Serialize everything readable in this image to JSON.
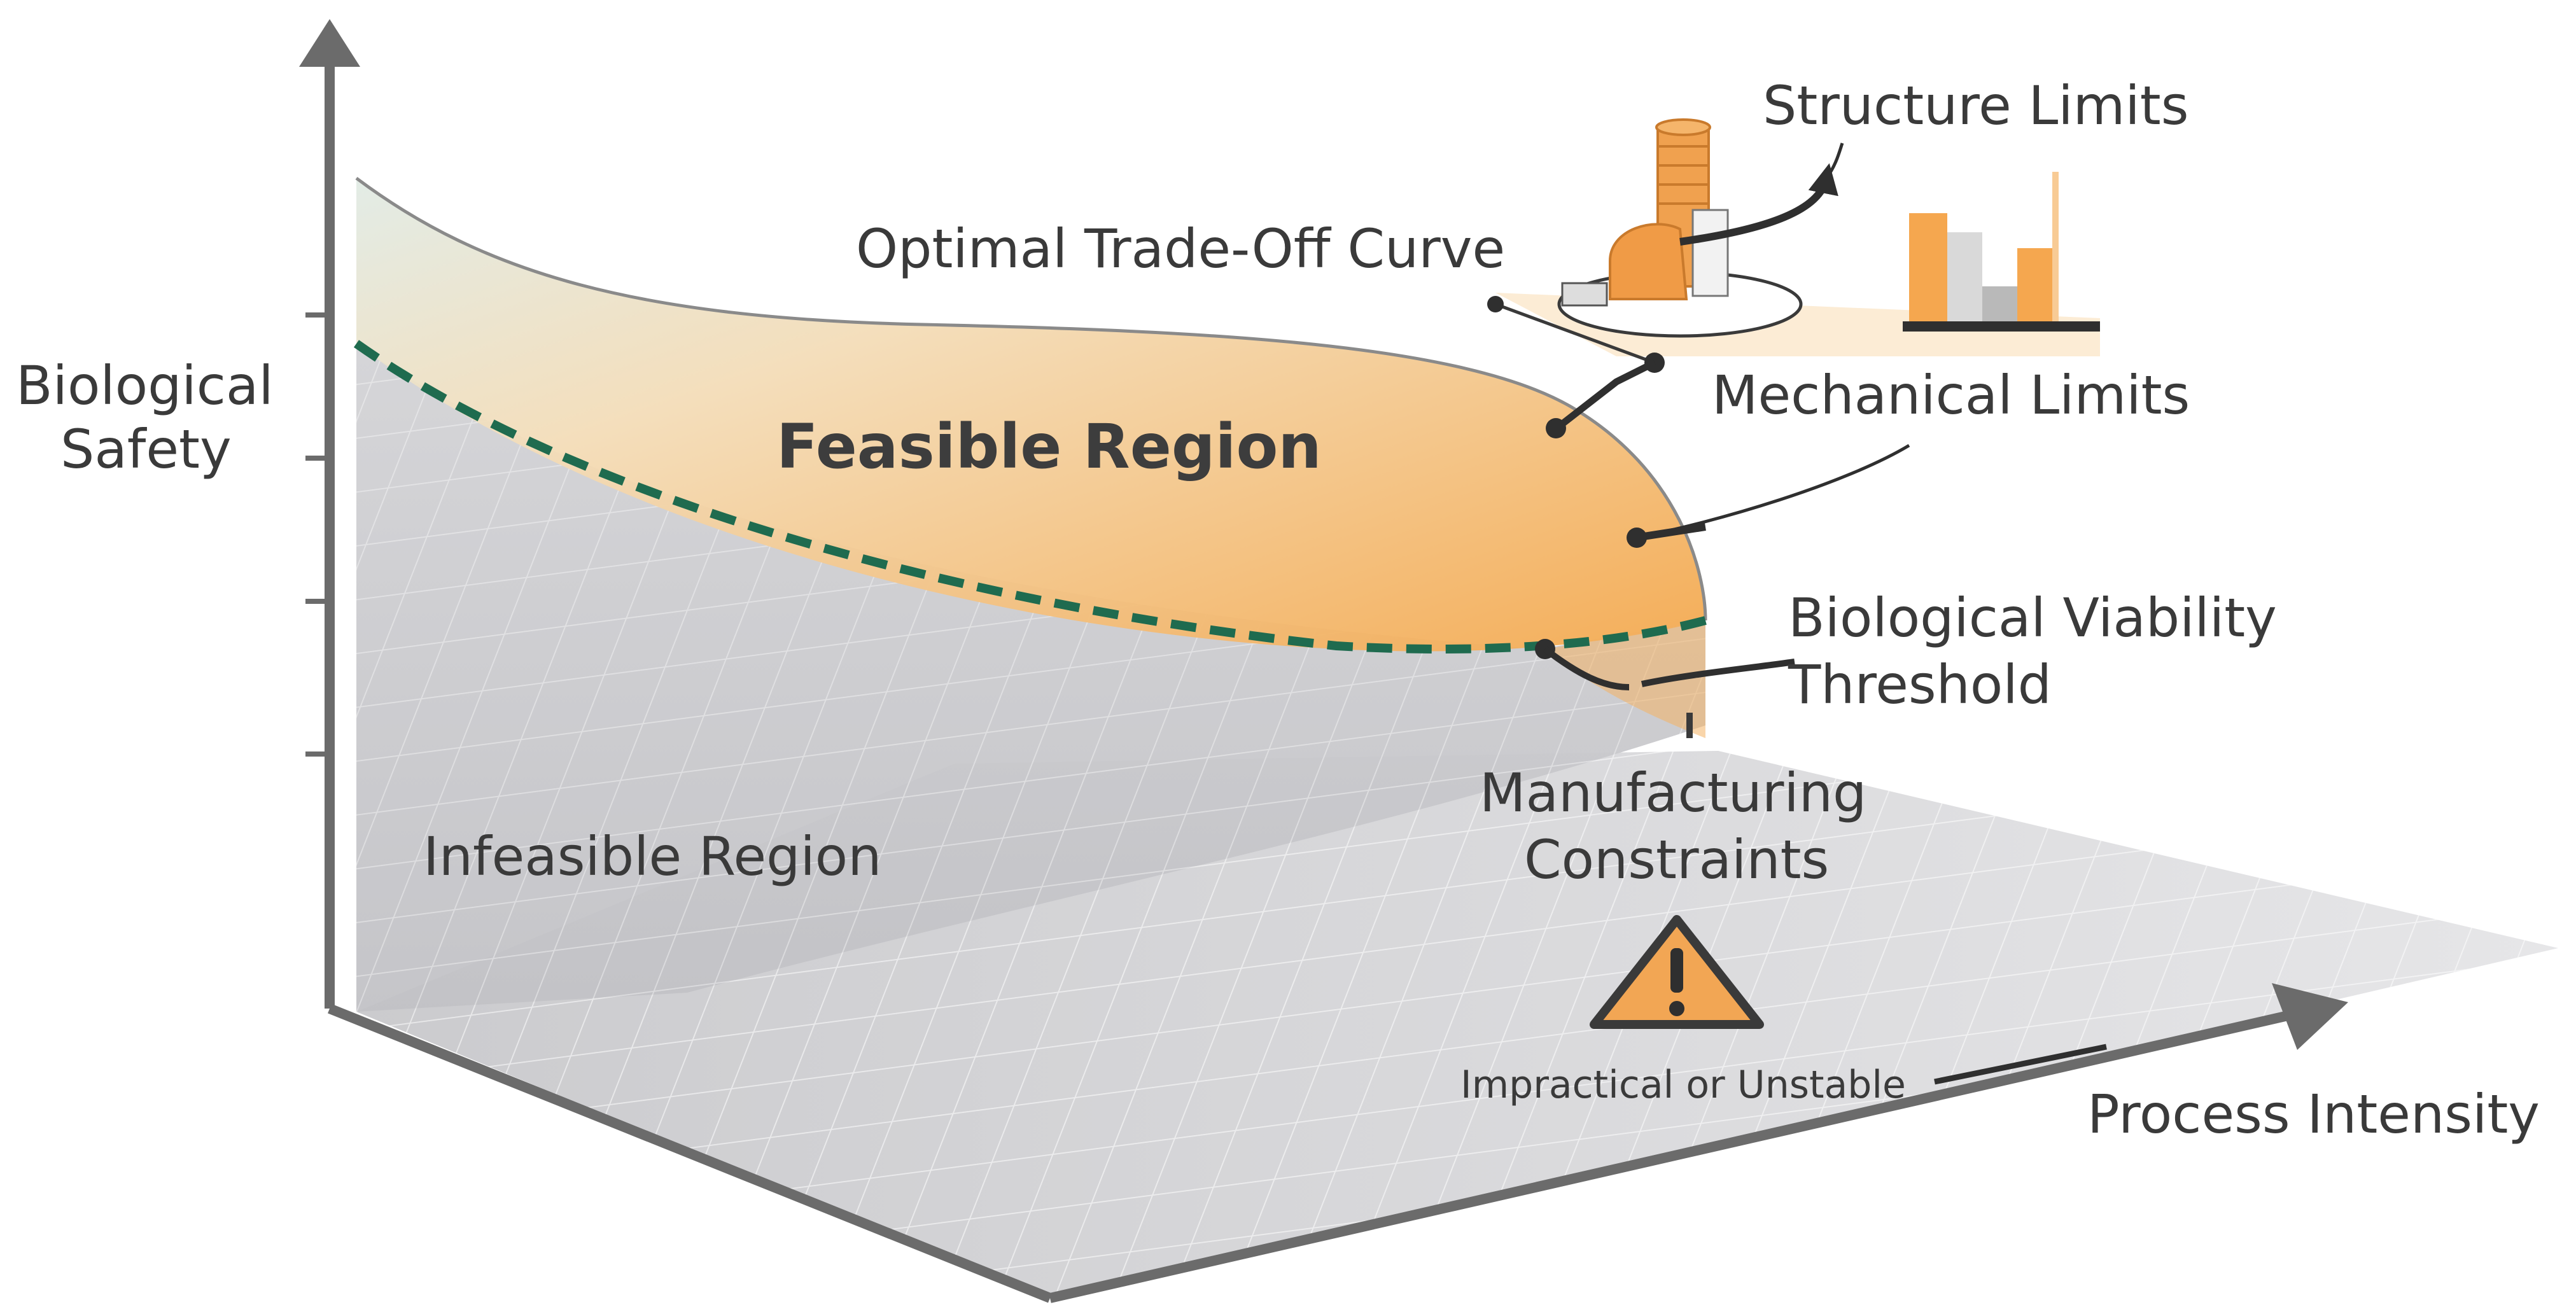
{
  "axes": {
    "y_label": [
      "Biological",
      "Safety"
    ],
    "x_label": "Process Intensity"
  },
  "regions": {
    "feasible": "Feasible Region",
    "infeasible": "Infeasible Region"
  },
  "annotations": {
    "optimal_curve": "Optimal Trade-Off Curve",
    "structure_limits": "Structure Limits",
    "mechanical_limits": "Mechanical Limits",
    "bio_viability": [
      "Biological Viability",
      "Threshold"
    ],
    "manufacturing": [
      "Manufacturing",
      "Constraints"
    ],
    "impractical": "Impractical or Unstable"
  },
  "colors": {
    "axis": "#6b6b6b",
    "feasible_fill": "#f6b766",
    "feasible_top": "#dfe8e2",
    "infeasible_fill": "#cfcfd1",
    "threshold_dashes": "#1f6b4f",
    "warning": "#f2a654",
    "text": "#3a3a3a"
  },
  "icons": {
    "warning": "warning-triangle-icon",
    "machine": "bioreactor-machine-icon",
    "bars": "bar-chart-icon"
  }
}
